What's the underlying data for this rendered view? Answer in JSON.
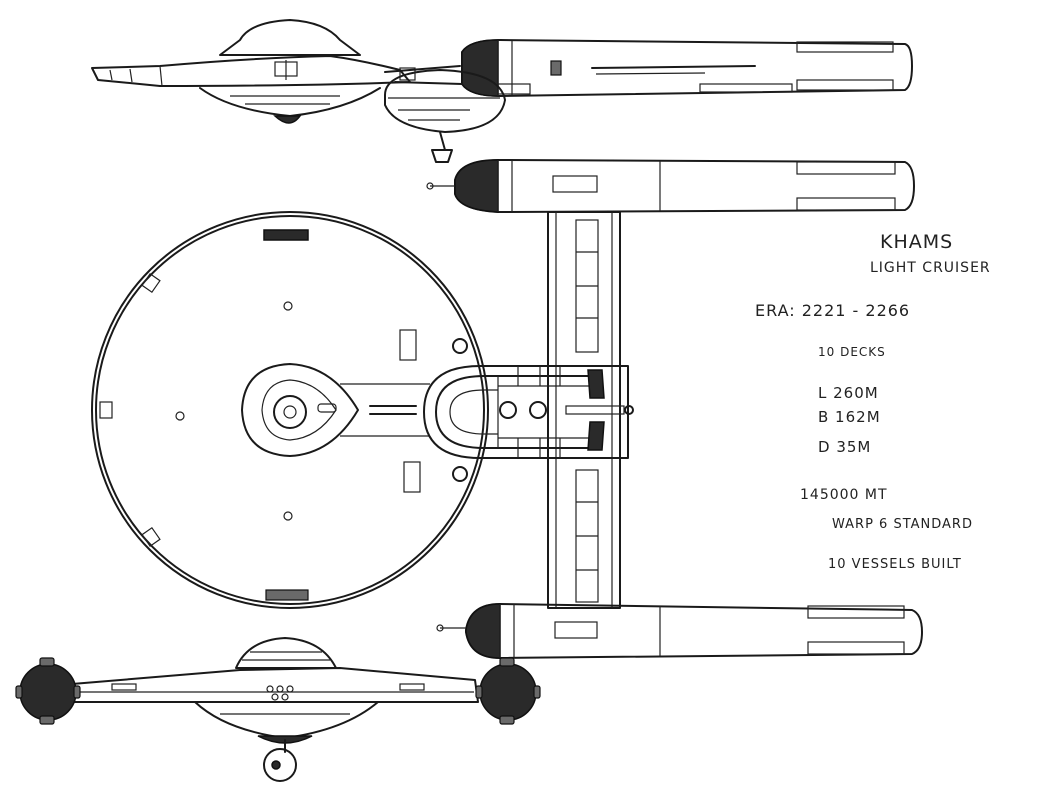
{
  "ship": {
    "name": "KHAMS",
    "class": "LIGHT CRUISER"
  },
  "specs": {
    "era": "ERA: 2221 - 2266",
    "decks": "10 DECKS",
    "length": "L 260M",
    "beam": "B 162M",
    "depth": "D 35M",
    "mass": "145000 MT",
    "warp": "WARP 6 STANDARD",
    "built": "10 VESSELS BUILT"
  }
}
